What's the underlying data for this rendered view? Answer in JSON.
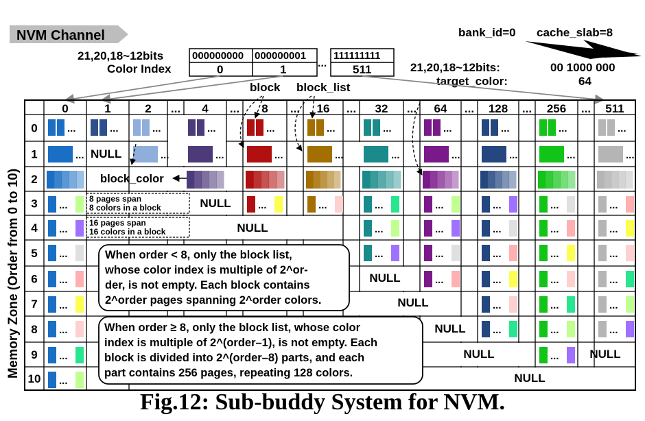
{
  "header": {
    "channel_label": "NVM Channel",
    "bits_label": "21,20,18~12bits",
    "color_index_label": "Color Index",
    "bits_values": [
      "000000000",
      "000000001",
      "111111111"
    ],
    "index_values": [
      "0",
      "1",
      "511"
    ],
    "ellipsis": "...",
    "bank_label": "bank_id=0",
    "slab_label": "cache_slab=8",
    "target_bits_label": "21,20,18~12bits:",
    "target_bits_value": "00 1000 000",
    "target_color_label": "target_color:",
    "target_color_value": "64"
  },
  "annotations": {
    "block": "block",
    "block_list": "block_list",
    "block_color": "block_color",
    "note3_line1": "8 pages span",
    "note3_line2": "8 colors in a block",
    "note4_line1": "16 pages span",
    "note4_line2": "16 colors in a block"
  },
  "side_label": "Memory Zone (Order from 0 to 10)",
  "columns": [
    "0",
    "1",
    "2",
    "...",
    "4",
    "...",
    "8",
    "...",
    "16",
    "...",
    "32",
    "...",
    "64",
    "...",
    "128",
    "...",
    "256",
    "...",
    "511"
  ],
  "rows": [
    "0",
    "1",
    "2",
    "3",
    "4",
    "5",
    "6",
    "7",
    "8",
    "9",
    "10"
  ],
  "null_label": "NULL",
  "notes": {
    "note1": [
      "When order < 8, only the block list,",
      "whose color index is multiple of 2^or-",
      "der, is not empty. Each block contains",
      "2^order pages spanning 2^order colors."
    ],
    "note2": [
      "When order ≥ 8, only the block list, whose color",
      "index is multiple of 2^(order–1), is not empty. Each",
      "block is divided into 2^(order–8) parts, and each",
      "part contains 256 pages, repeating 128 colors."
    ]
  },
  "colors": {
    "c0": "#1a6fc4",
    "c1": "#2d4f8c",
    "c2": "#8faedb",
    "c4": "#4d3a7a",
    "c8": "#b01010",
    "c16": "#a36f00",
    "c32": "#1a8a8a",
    "c64": "#7a1a8a",
    "c128": "#24477f",
    "c256": "#12c418",
    "c511": "#b5b5b5"
  },
  "caption": "Fig.12: Sub-buddy System for NVM."
}
